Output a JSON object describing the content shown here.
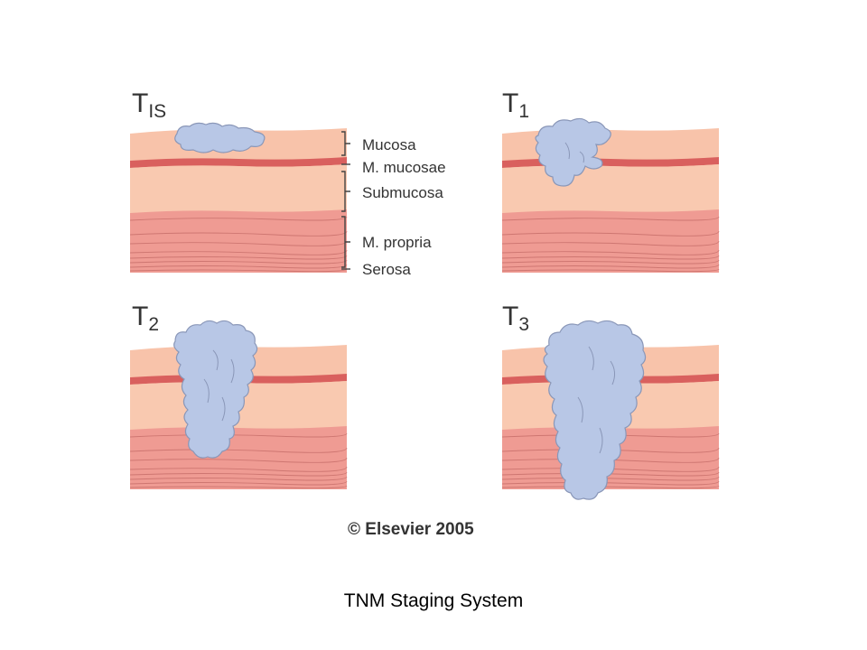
{
  "stages": [
    {
      "main": "T",
      "sub": "IS"
    },
    {
      "main": "T",
      "sub": "1"
    },
    {
      "main": "T",
      "sub": "2"
    },
    {
      "main": "T",
      "sub": "3"
    }
  ],
  "layers": [
    "Mucosa",
    "M. mucosae",
    "Submucosa",
    "M. propria",
    "Serosa"
  ],
  "credit": "© Elsevier 2005",
  "caption": "TNM Staging System",
  "colors": {
    "mucosa": "#f8c3aa",
    "muscularis_mucosae": "#d9605e",
    "submucosa": "#f9c9b0",
    "muscularis_propria": "#ef9b93",
    "serosa": "#f5b8a8",
    "tumor": "#b8c7e6",
    "outline": "#8a97b8"
  }
}
